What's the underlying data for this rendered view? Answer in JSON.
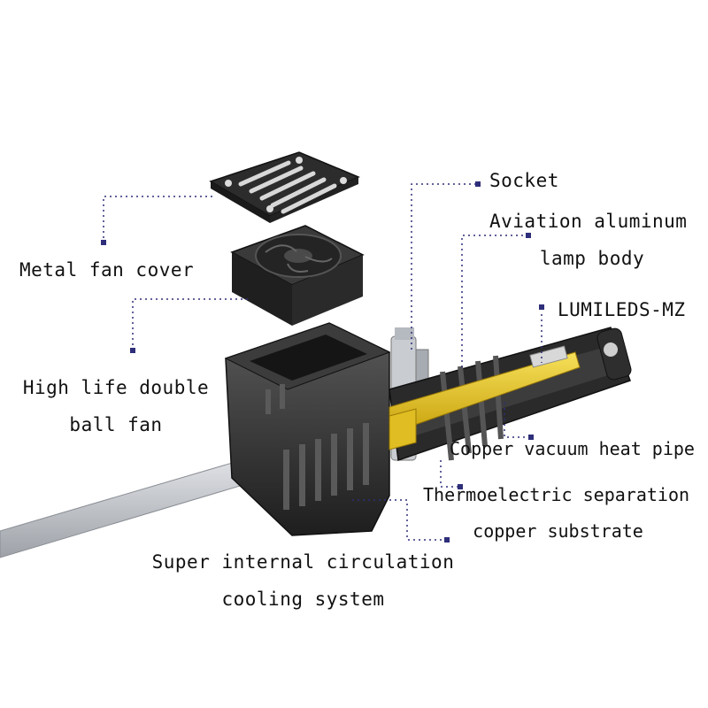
{
  "labels": {
    "metal_fan_cover": "Metal fan cover",
    "high_life_fan_line1": "High life double",
    "high_life_fan_line2": "ball fan",
    "super_cooling_line1": "Super internal circulation",
    "super_cooling_line2": "cooling system",
    "socket": "Socket",
    "aviation_line1": "Aviation aluminum",
    "aviation_line2": "lamp body",
    "lumileds": "LUMILEDS-MZ",
    "copper_heat_pipe": "Copper vacuum heat pipe",
    "thermo_line1": "Thermoelectric separation",
    "thermo_line2": "copper substrate"
  },
  "colors": {
    "leader": "#2e2e7a",
    "housing": "#2b2b2b",
    "fin": "#4a4a4a",
    "copper": "#e8c61a",
    "aluminum": "#b8bcc2",
    "text": "#111111"
  }
}
